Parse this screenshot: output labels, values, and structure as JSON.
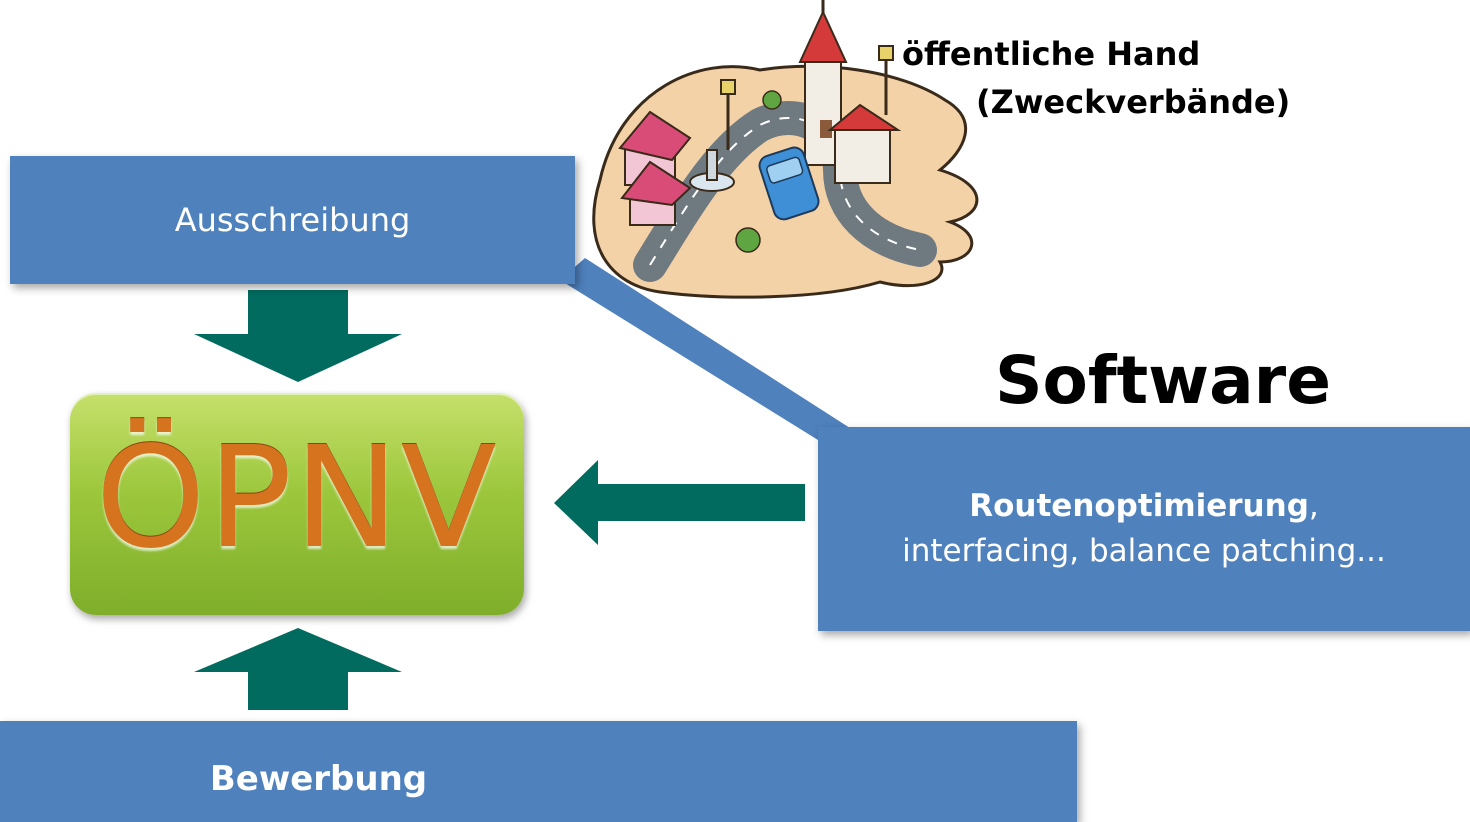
{
  "boxes": {
    "ausschreibung": "Ausschreibung",
    "bewerbung": "Bewerbung",
    "opnv": "ÖPNV",
    "software_heading": "Software",
    "software_line1_bold": "Routenoptimierung",
    "software_line1_rest": ",",
    "software_line2": "interfacing, balance patching..."
  },
  "public_hand": {
    "line1": "öffentliche Hand",
    "line2": "(Zweckverbände)"
  },
  "icons": {
    "clipart": "hand-holding-town-icon"
  },
  "colors": {
    "box_blue": "#4f81bd",
    "arrow_green": "#006b5e",
    "opnv_green": "#9cc73c",
    "opnv_text": "#d5731f"
  }
}
